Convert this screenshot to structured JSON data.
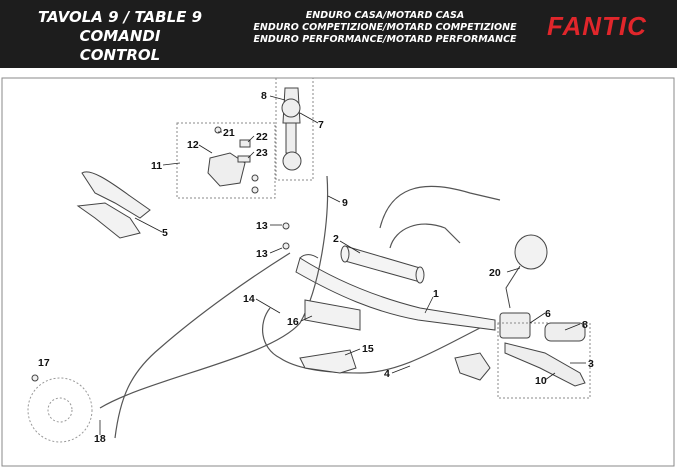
{
  "header": {
    "title_line1": "TAVOLA 9  /  TABLE 9",
    "title_line2": "COMANDI",
    "title_line3": "CONTROL",
    "models": [
      "ENDURO CASA/MOTARD CASA",
      "ENDURO COMPETIZIONE/MOTARD COMPETIZIONE",
      "ENDURO PERFORMANCE/MOTARD PERFORMANCE"
    ],
    "brand": "FANTIC",
    "brand_color": "#e0262b"
  },
  "callouts": [
    "1",
    "2",
    "3",
    "4",
    "5",
    "6",
    "7",
    "8",
    "8",
    "9",
    "10",
    "11",
    "12",
    "13",
    "13",
    "14",
    "15",
    "16",
    "17",
    "18",
    "20",
    "21",
    "22",
    "23"
  ]
}
